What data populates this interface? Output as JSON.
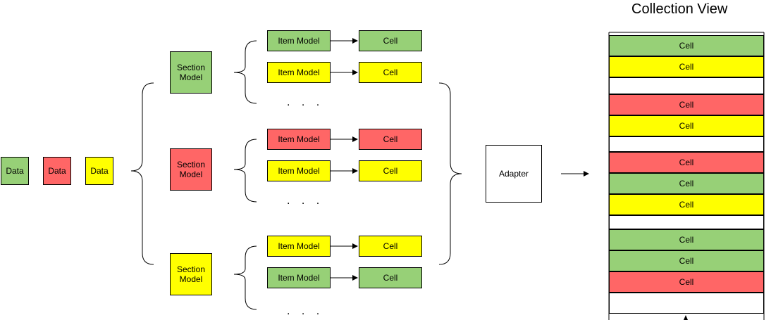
{
  "data_items": [
    {
      "label": "Data",
      "color": "#97d077"
    },
    {
      "label": "Data",
      "color": "#ff6666"
    },
    {
      "label": "Data",
      "color": "#ffff00"
    }
  ],
  "sections": [
    {
      "label": "Section Model",
      "color": "#97d077",
      "items": [
        {
          "item_label": "Item Model",
          "cell_label": "Cell",
          "color": "#97d077"
        },
        {
          "item_label": "Item Model",
          "cell_label": "Cell",
          "color": "#ffff00"
        }
      ],
      "ellipsis": ". . ."
    },
    {
      "label": "Section Model",
      "color": "#ff6666",
      "items": [
        {
          "item_label": "Item Model",
          "cell_label": "Cell",
          "color": "#ff6666"
        },
        {
          "item_label": "Item Model",
          "cell_label": "Cell",
          "color": "#ffff00"
        }
      ],
      "ellipsis": ". . ."
    },
    {
      "label": "Section Model",
      "color": "#ffff00",
      "items": [
        {
          "item_label": "Item Model",
          "cell_label": "Cell",
          "color": "#ffff00"
        },
        {
          "item_label": "Item Model",
          "cell_label": "Cell",
          "color": "#97d077"
        }
      ],
      "ellipsis": ". . ."
    }
  ],
  "adapter": {
    "label": "Adapter"
  },
  "collection_view": {
    "title": "Collection View",
    "rows": [
      {
        "label": "Cell",
        "color": "#97d077"
      },
      {
        "label": "Cell",
        "color": "#ffff00"
      },
      {
        "label": "",
        "color": "#ffffff"
      },
      {
        "label": "Cell",
        "color": "#ff6666"
      },
      {
        "label": "Cell",
        "color": "#ffff00"
      },
      {
        "label": "",
        "color": "#ffffff"
      },
      {
        "label": "Cell",
        "color": "#ff6666"
      },
      {
        "label": "Cell",
        "color": "#97d077"
      },
      {
        "label": "Cell",
        "color": "#ffff00"
      },
      {
        "label": "",
        "color": "#ffffff"
      },
      {
        "label": "Cell",
        "color": "#97d077"
      },
      {
        "label": "Cell",
        "color": "#97d077"
      },
      {
        "label": "Cell",
        "color": "#ff6666"
      },
      {
        "label": "",
        "color": "#ffffff"
      }
    ]
  }
}
